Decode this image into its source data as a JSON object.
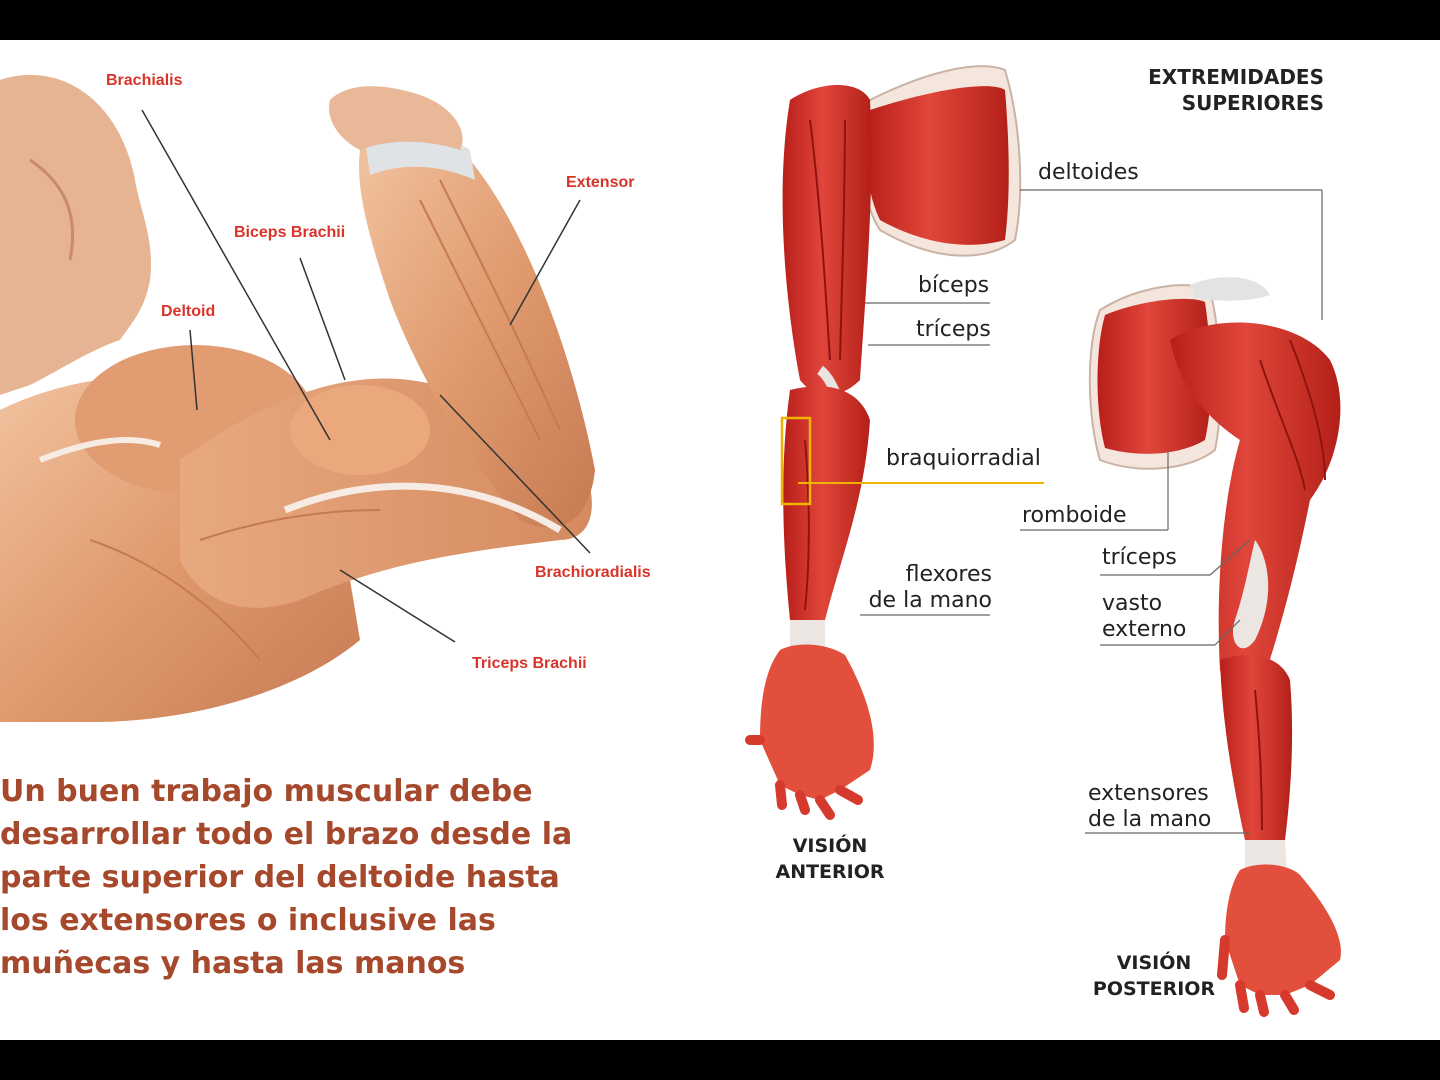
{
  "left_figure": {
    "labels": {
      "brachialis": "Brachialis",
      "extensor": "Extensor",
      "biceps_brachii": "Biceps Brachii",
      "deltoid": "Deltoid",
      "brachioradialis": "Brachioradialis",
      "triceps_brachii": "Triceps Brachii"
    },
    "label_color": "#d8342a"
  },
  "right_figure": {
    "heading_line1": "EXTREMIDADES",
    "heading_line2": "SUPERIORES",
    "labels": {
      "deltoides": "deltoides",
      "biceps": "bíceps",
      "triceps_anterior": "tríceps",
      "braquiorradial": "braquiorradial",
      "romboide": "romboide",
      "triceps_posterior": "tríceps",
      "flexores_line1": "flexores",
      "flexores_line2": "de la mano",
      "vasto_line1": "vasto",
      "vasto_line2": "externo",
      "extensores_line1": "extensores",
      "extensores_line2": "de la mano"
    },
    "anterior_line1": "VISIÓN",
    "anterior_line2": "ANTERIOR",
    "posterior_line1": "VISIÓN",
    "posterior_line2": "POSTERIOR",
    "muscle_color": "#d8352b",
    "highlight_color": "#f0b400"
  },
  "caption": {
    "line1": "Un buen trabajo muscular debe",
    "line2": "desarrollar todo el brazo desde la",
    "line3": "parte superior del deltoide hasta",
    "line4": "los extensores o inclusive las",
    "line5": "muñecas y hasta las manos",
    "color": "#a5482c"
  }
}
